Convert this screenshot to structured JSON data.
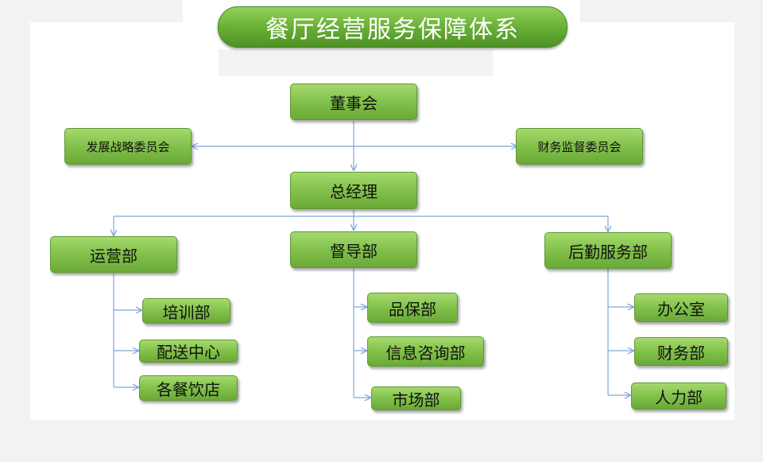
{
  "title": "餐厅经营服务保障体系",
  "nodes": {
    "board": "董事会",
    "strategy_committee": "发展战略委员会",
    "finance_committee": "财务监督委员会",
    "general_manager": "总经理",
    "operations": "运营部",
    "supervision": "督导部",
    "logistics": "后勤服务部",
    "training": "培训部",
    "delivery_center": "配送中心",
    "restaurants": "各餐饮店",
    "quality": "品保部",
    "info_consulting": "信息咨询部",
    "market": "市场部",
    "office": "办公室",
    "finance": "财务部",
    "hr": "人力部"
  },
  "colors": {
    "node_green": "#82c14a",
    "title_green": "#66ad33",
    "connector_blue": "#7ea6d8"
  }
}
